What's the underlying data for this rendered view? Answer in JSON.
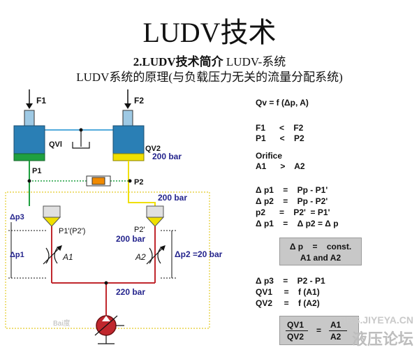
{
  "header": {
    "title": "LUDV技术",
    "subtitle_bold": "2.LUDV技术简介",
    "subtitle_rest": " LUDV-系统",
    "subtitle2": "LUDV系统的原理(与负载压力无关的流量分配系统)"
  },
  "diagram": {
    "labels": {
      "f1": "F1",
      "f2": "F2",
      "qv1": "QVl",
      "qv2": "QV2",
      "p1": "P1",
      "p2": "P2",
      "bar200_a": "200 bar",
      "bar200_b": "200 bar",
      "bar200_c": "200 bar",
      "bar220": "220 bar",
      "dp3": "Δp3",
      "dp1": "Δp1",
      "dp2": "Δp2 =20 bar",
      "p1p2": "P1'(P2')",
      "p2prime": "P2'",
      "a1": "A1",
      "a2": "A2"
    },
    "colors": {
      "line": "#c0272d",
      "yellow": "#f0e000",
      "green": "#1fa040",
      "blue": "#1a8fd0",
      "pilot": "#e8d44a",
      "text_blue": "#23238c"
    }
  },
  "equations": {
    "q": "Qv = f (Δp, A)",
    "f": "F1      <    F2",
    "p": "P1      <    P2",
    "orifice": "Orifice",
    "a": "A1      >    A2",
    "dp1": "Δ p1    =    Pp - P1'",
    "dp2": "Δ p2    =    Pp - P2'",
    "p2": "p2      =    P2'  = P1'",
    "dp1b": "Δ p1    =    Δ p2 = Δ p",
    "box1_l1": "Δ p    =    const.",
    "box1_l2": "A1 and A2",
    "dp3": "Δ p3    =    P2 - P1",
    "qv1": "QV1     =    f (A1)",
    "qv2": "QV2     =    f (A2)",
    "box2_num_l": "QV1",
    "box2_den_l": "QV2",
    "box2_eq": "=",
    "box2_num_r": "A1",
    "box2_den_r": "A2"
  },
  "watermark": {
    "line1": "BBS.JIYEYA.CN",
    "line2": "液压论坛",
    "baidu": "Bai度"
  }
}
